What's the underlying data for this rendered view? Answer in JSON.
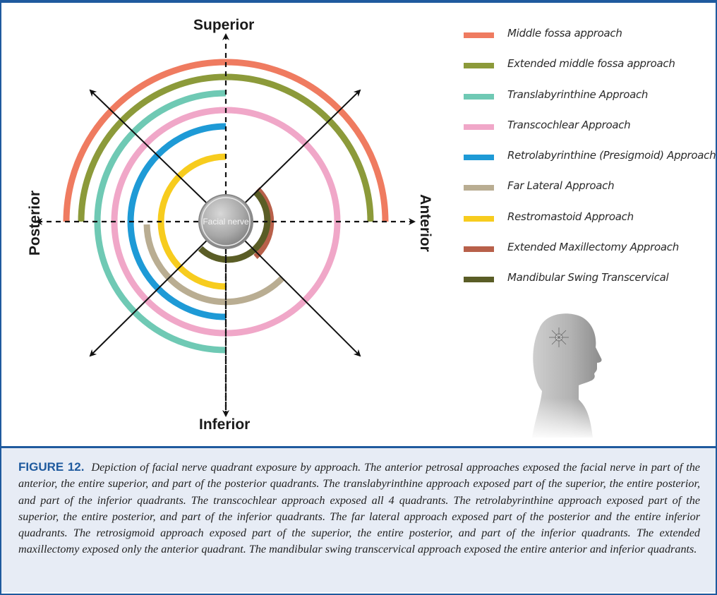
{
  "directions": {
    "superior": "Superior",
    "inferior": "Inferior",
    "posterior": "Posterior",
    "anterior": "Anterior"
  },
  "center_label": "Facial nerve",
  "approaches": [
    {
      "name": "Middle fossa approach",
      "color": "#ef7b60"
    },
    {
      "name": "Extended middle fossa approach",
      "color": "#8c9a3a"
    },
    {
      "name": "Translabyrinthine Approach",
      "color": "#6fc9b4"
    },
    {
      "name": "Transcochlear Approach",
      "color": "#f0a7c8"
    },
    {
      "name": "Retrolabyrinthine (Presigmoid) Approach",
      "color": "#1e9ad6"
    },
    {
      "name": "Far Lateral Approach",
      "color": "#b9ad92"
    },
    {
      "name": "Restromastoid Approach",
      "color": "#f7cc1e"
    },
    {
      "name": "Extended Maxillectomy Approach",
      "color": "#b8604a"
    },
    {
      "name": "Mandibular Swing Transcervical",
      "color": "#5a5d26"
    }
  ],
  "caption": {
    "label": "FIGURE 12.",
    "text": "Depiction of facial nerve quadrant exposure by approach. The anterior petrosal approaches exposed the facial nerve in part of the anterior, the entire superior, and part of the posterior quadrants. The translabyrinthine approach exposed part of the superior, the entire posterior, and part of the inferior quadrants. The transcochlear approach exposed all 4 quadrants. The retrolabyrinthine approach exposed part of the superior, the entire posterior, and part of the inferior quadrants. The far lateral approach exposed part of the posterior and the entire inferior quadrants. The retrosigmoid approach exposed part of the superior, the entire posterior, and part of the inferior quadrants. The extended maxillectomy exposed only the anterior quadrant. The mandibular swing transcervical approach exposed the entire anterior and inferior quadrants."
  }
}
